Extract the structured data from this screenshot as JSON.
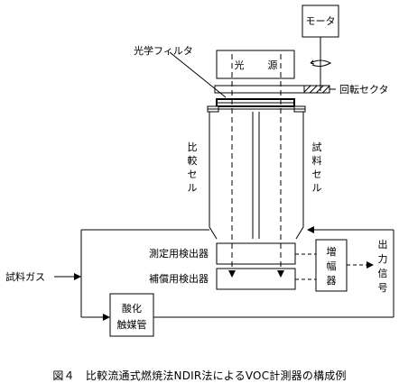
{
  "labels": {
    "motor": "モータ",
    "optical_filter": "光学フィルタ",
    "light_source_1": "光",
    "light_source_2": "源",
    "rotating_sector": "回転セクタ",
    "reference_cell": "比較セル",
    "sample_cell": "試料セル",
    "measuring_detector": "測定用検出器",
    "compensating_detector": "補償用検出器",
    "amplifier": "増幅器",
    "output_signal": "出力信号",
    "sample_gas": "試料ガス",
    "oxidation_line1": "酸化",
    "oxidation_line2": "触媒管"
  },
  "caption": "図４　比較流通式燃焼法NDIR法によるVOC計測器の構成例"
}
